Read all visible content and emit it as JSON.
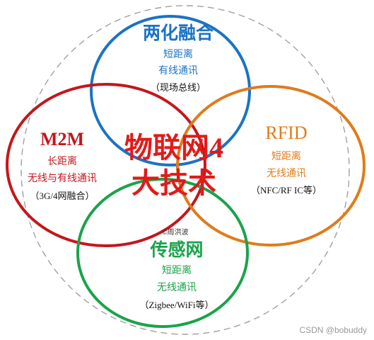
{
  "center": {
    "line1": "物联网4",
    "line2": "大技术",
    "color": "#e21a1a"
  },
  "top": {
    "title": "两化融合",
    "line1": "短距离",
    "line2": "有线通讯",
    "line3": "（现场总线）",
    "color": "#1b73c4"
  },
  "left": {
    "title": "M2M",
    "line1": "长距离",
    "line2": "无线与有线通讯",
    "line3": "（3G/4网融合）",
    "color": "#c4161c"
  },
  "right": {
    "title": "RFID",
    "line1": "短距离",
    "line2": "无线通讯",
    "line3": "（NFC/RF IC等）",
    "color": "#e07b1a"
  },
  "bottom": {
    "title": "传感网",
    "line1": "短距离",
    "line2": "无线通讯",
    "line3": "（Zigbee/WiFi等）",
    "color": "#1aa34a"
  },
  "copyright": "©周洪波",
  "watermark": "CSDN @bobuddy",
  "outline_color": "#a0a0a0"
}
